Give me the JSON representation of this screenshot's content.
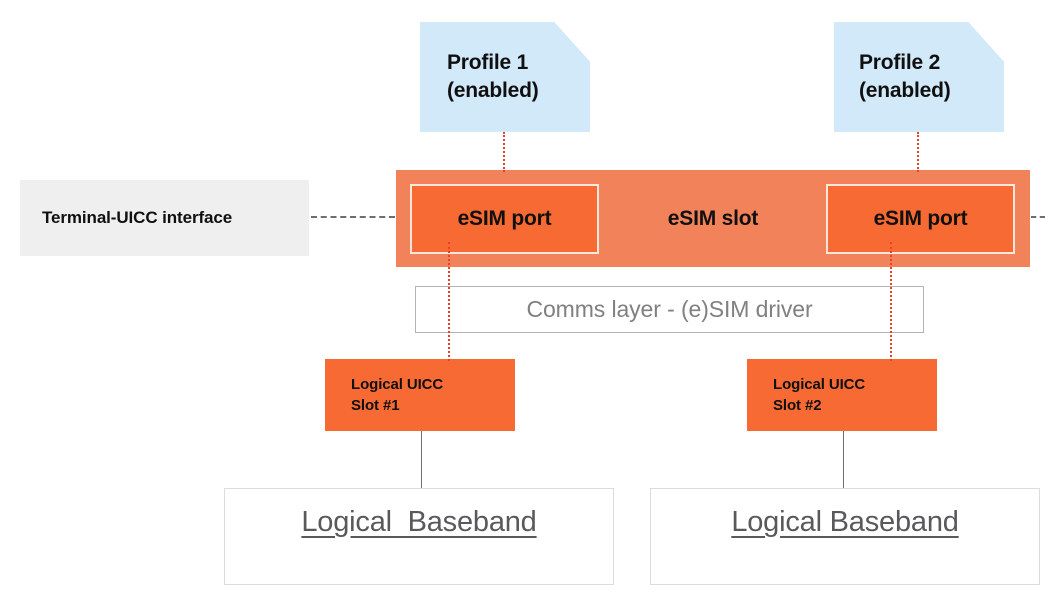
{
  "diagram": {
    "title": "eSIM slot / port to logical baseband mapping",
    "colors": {
      "profile_fill": "#D2E9FA",
      "esim_slot_fill": "#F18259",
      "esim_port_fill": "#F76A33",
      "esim_port_border": "#FBE6DC",
      "terminal_fill": "#EFEFEF",
      "comms_border": "#B4B4B4",
      "comms_text": "#808080",
      "baseband_border": "#DCDCDC",
      "baseband_text": "#58595B",
      "dotted_connector": "#E8412A",
      "dashed_connector": "#6E6E6E",
      "solid_connector": "#6E6E6E",
      "text_dark": "#101010"
    }
  },
  "profiles": [
    {
      "label": "Profile 1\n(enabled)",
      "name": "Profile 1",
      "state": "(enabled)"
    },
    {
      "label": "Profile 2\n(enabled)",
      "name": "Profile 2",
      "state": "(enabled)"
    }
  ],
  "terminal": {
    "label": "Terminal-UICC interface"
  },
  "esim": {
    "slot_label": "eSIM slot",
    "ports": [
      {
        "label": "eSIM port"
      },
      {
        "label": "eSIM port"
      }
    ]
  },
  "comms": {
    "label": "Comms layer - (e)SIM driver"
  },
  "uicc_slots": [
    {
      "label": "Logical UICC\nSlot #1",
      "name": "Logical UICC",
      "number": "Slot #1"
    },
    {
      "label": "Logical UICC\nSlot #2",
      "name": "Logical UICC",
      "number": "Slot #2"
    }
  ],
  "basebands": [
    {
      "label": "Logical  Baseband"
    },
    {
      "label": "Logical Baseband"
    }
  ]
}
